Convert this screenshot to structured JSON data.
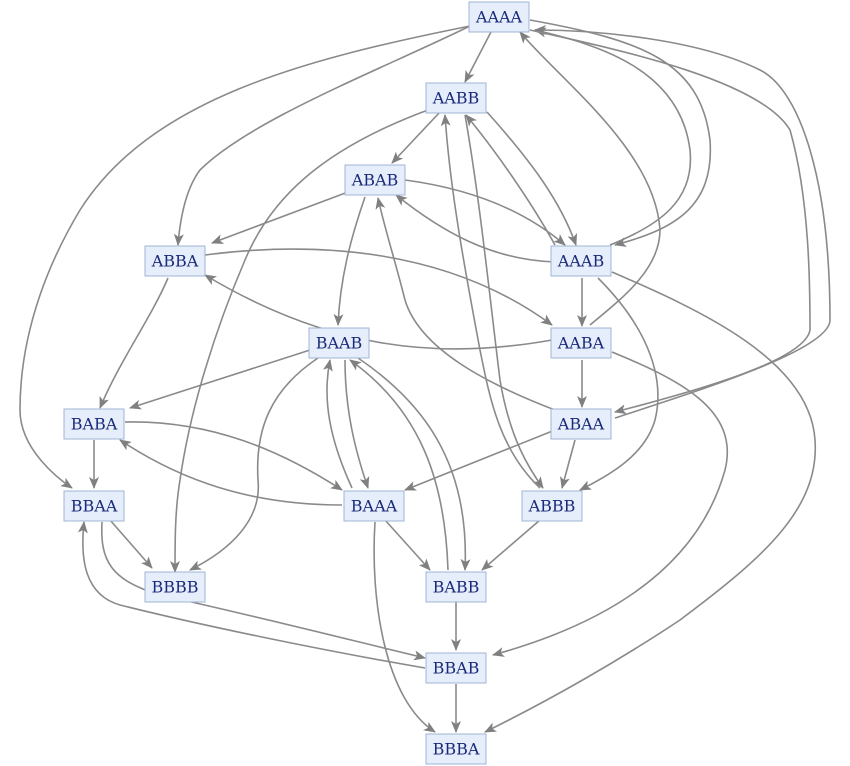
{
  "graph": {
    "nodes": [
      {
        "id": "AAAA",
        "label": "AAAA"
      },
      {
        "id": "AABB",
        "label": "AABB"
      },
      {
        "id": "ABAB",
        "label": "ABAB"
      },
      {
        "id": "ABBA",
        "label": "ABBA"
      },
      {
        "id": "AAAB",
        "label": "AAAB"
      },
      {
        "id": "BAAB",
        "label": "BAAB"
      },
      {
        "id": "AABA",
        "label": "AABA"
      },
      {
        "id": "BABA",
        "label": "BABA"
      },
      {
        "id": "ABAA",
        "label": "ABAA"
      },
      {
        "id": "BBAA",
        "label": "BBAA"
      },
      {
        "id": "BAAA",
        "label": "BAAA"
      },
      {
        "id": "ABBB",
        "label": "ABBB"
      },
      {
        "id": "BBBB",
        "label": "BBBB"
      },
      {
        "id": "BABB",
        "label": "BABB"
      },
      {
        "id": "BBAB",
        "label": "BBAB"
      },
      {
        "id": "BBBA",
        "label": "BBBA"
      }
    ],
    "edges": [
      {
        "from": "AAAA",
        "to": "AABB"
      },
      {
        "from": "AAAA",
        "to": "ABBA"
      },
      {
        "from": "AAAA",
        "to": "BBAA"
      },
      {
        "from": "AAAA",
        "to": "AAAB"
      },
      {
        "from": "AAAB",
        "to": "AAAA"
      },
      {
        "from": "AABA",
        "to": "AAAA"
      },
      {
        "from": "ABAA",
        "to": "AAAA"
      },
      {
        "from": "AAAA",
        "to": "ABAA"
      },
      {
        "from": "AABB",
        "to": "ABAB"
      },
      {
        "from": "AABB",
        "to": "BBBB"
      },
      {
        "from": "AABB",
        "to": "AAAB"
      },
      {
        "from": "AAAB",
        "to": "AABB"
      },
      {
        "from": "AABB",
        "to": "ABBB"
      },
      {
        "from": "ABBB",
        "to": "AABB"
      },
      {
        "from": "ABAB",
        "to": "ABBA"
      },
      {
        "from": "ABAB",
        "to": "BAAB"
      },
      {
        "from": "ABAB",
        "to": "AAAB"
      },
      {
        "from": "AAAB",
        "to": "ABAB"
      },
      {
        "from": "ABAA",
        "to": "ABAB"
      },
      {
        "from": "ABBA",
        "to": "BABA"
      },
      {
        "from": "ABBA",
        "to": "AABA"
      },
      {
        "from": "AABA",
        "to": "ABBA"
      },
      {
        "from": "AAAB",
        "to": "AABA"
      },
      {
        "from": "AAAB",
        "to": "ABBB"
      },
      {
        "from": "AAAB",
        "to": "BBBA"
      },
      {
        "from": "AABA",
        "to": "ABAA"
      },
      {
        "from": "AABA",
        "to": "BBAB"
      },
      {
        "from": "BAAB",
        "to": "BABA"
      },
      {
        "from": "BAAB",
        "to": "BBBB"
      },
      {
        "from": "BAAB",
        "to": "BAAA"
      },
      {
        "from": "BAAA",
        "to": "BAAB"
      },
      {
        "from": "BAAB",
        "to": "BABB"
      },
      {
        "from": "BABB",
        "to": "BAAB"
      },
      {
        "from": "BABA",
        "to": "BBAA"
      },
      {
        "from": "BABA",
        "to": "BAAA"
      },
      {
        "from": "BAAA",
        "to": "BABA"
      },
      {
        "from": "ABAA",
        "to": "BAAA"
      },
      {
        "from": "ABAA",
        "to": "ABBB"
      },
      {
        "from": "BBAA",
        "to": "BBBB"
      },
      {
        "from": "BBAA",
        "to": "BBAB"
      },
      {
        "from": "BBAB",
        "to": "BBAA"
      },
      {
        "from": "BAAA",
        "to": "BABB"
      },
      {
        "from": "BAAA",
        "to": "BBBA"
      },
      {
        "from": "ABBB",
        "to": "BABB"
      },
      {
        "from": "BABB",
        "to": "BBAB"
      },
      {
        "from": "BBAB",
        "to": "BBBA"
      }
    ]
  }
}
